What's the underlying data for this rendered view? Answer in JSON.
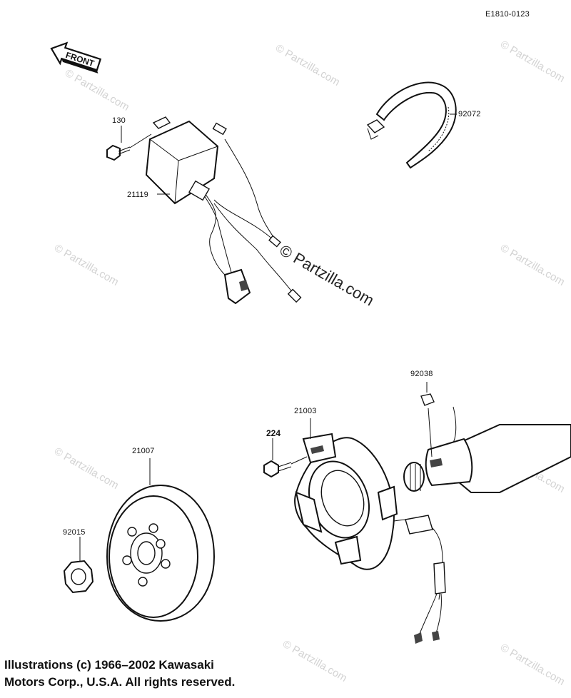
{
  "diagram_code": "E1810-0123",
  "front_label": "FRONT",
  "watermark": "© Partzilla.com",
  "parts": {
    "p130": "130",
    "p21119": "21119",
    "p92072": "92072",
    "p92038": "92038",
    "p21003": "21003",
    "p224": "224",
    "p21007": "21007",
    "p92015": "92015"
  },
  "copyright": {
    "line1": "Illustrations (c) 1966–2002 Kawasaki",
    "line2": "Motors Corp., U.S.A.  All rights reserved."
  }
}
